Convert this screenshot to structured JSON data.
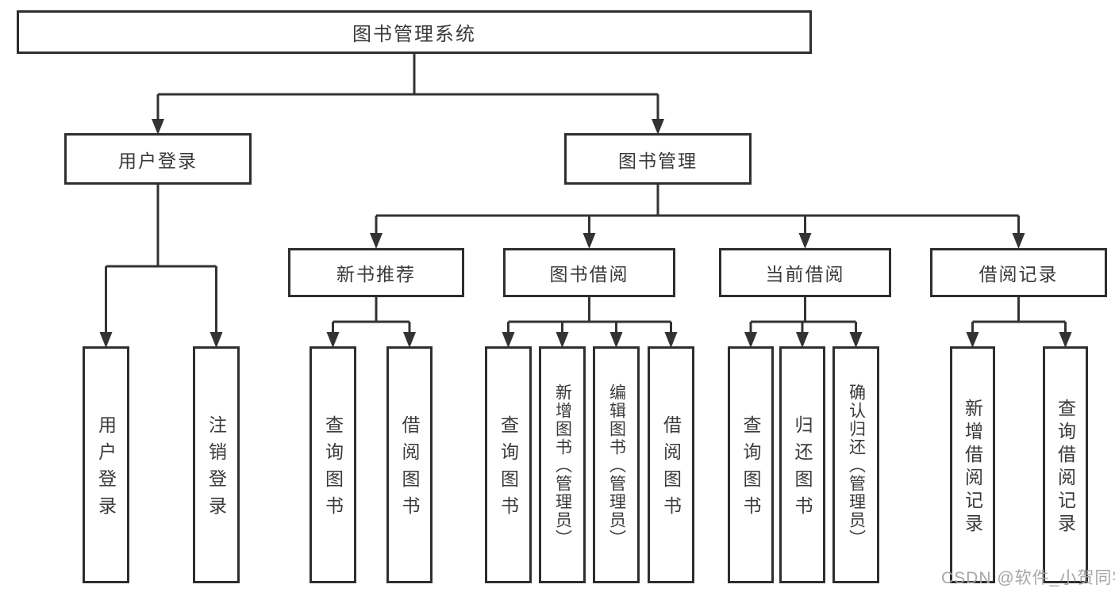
{
  "diagram": {
    "type": "hierarchy-tree",
    "colors": {
      "line": "#333333",
      "box_border": "#2e2e2e",
      "box_fill": "#ffffff",
      "text": "#3a3a3a",
      "watermark_text_color": "#a6a6a6"
    },
    "tree": {
      "label": "图书管理系统",
      "children": [
        {
          "label": "用户登录",
          "children": [
            {
              "label": "用户登录"
            },
            {
              "label": "注销登录"
            }
          ]
        },
        {
          "label": "图书管理",
          "children": [
            {
              "label": "新书推荐",
              "children": [
                {
                  "label": "查询图书"
                },
                {
                  "label": "借阅图书"
                }
              ]
            },
            {
              "label": "图书借阅",
              "children": [
                {
                  "label": "查询图书"
                },
                {
                  "label": "新增图书（管理员）"
                },
                {
                  "label": "编辑图书（管理员）"
                },
                {
                  "label": "借阅图书"
                }
              ]
            },
            {
              "label": "当前借阅",
              "children": [
                {
                  "label": "查询图书"
                },
                {
                  "label": "归还图书"
                },
                {
                  "label": "确认归还（管理员）"
                }
              ]
            },
            {
              "label": "借阅记录",
              "children": [
                {
                  "label": "新增借阅记录"
                },
                {
                  "label": "查询借阅记录"
                }
              ]
            }
          ]
        }
      ]
    },
    "watermark": "CSDN @软件_小贺同学"
  }
}
